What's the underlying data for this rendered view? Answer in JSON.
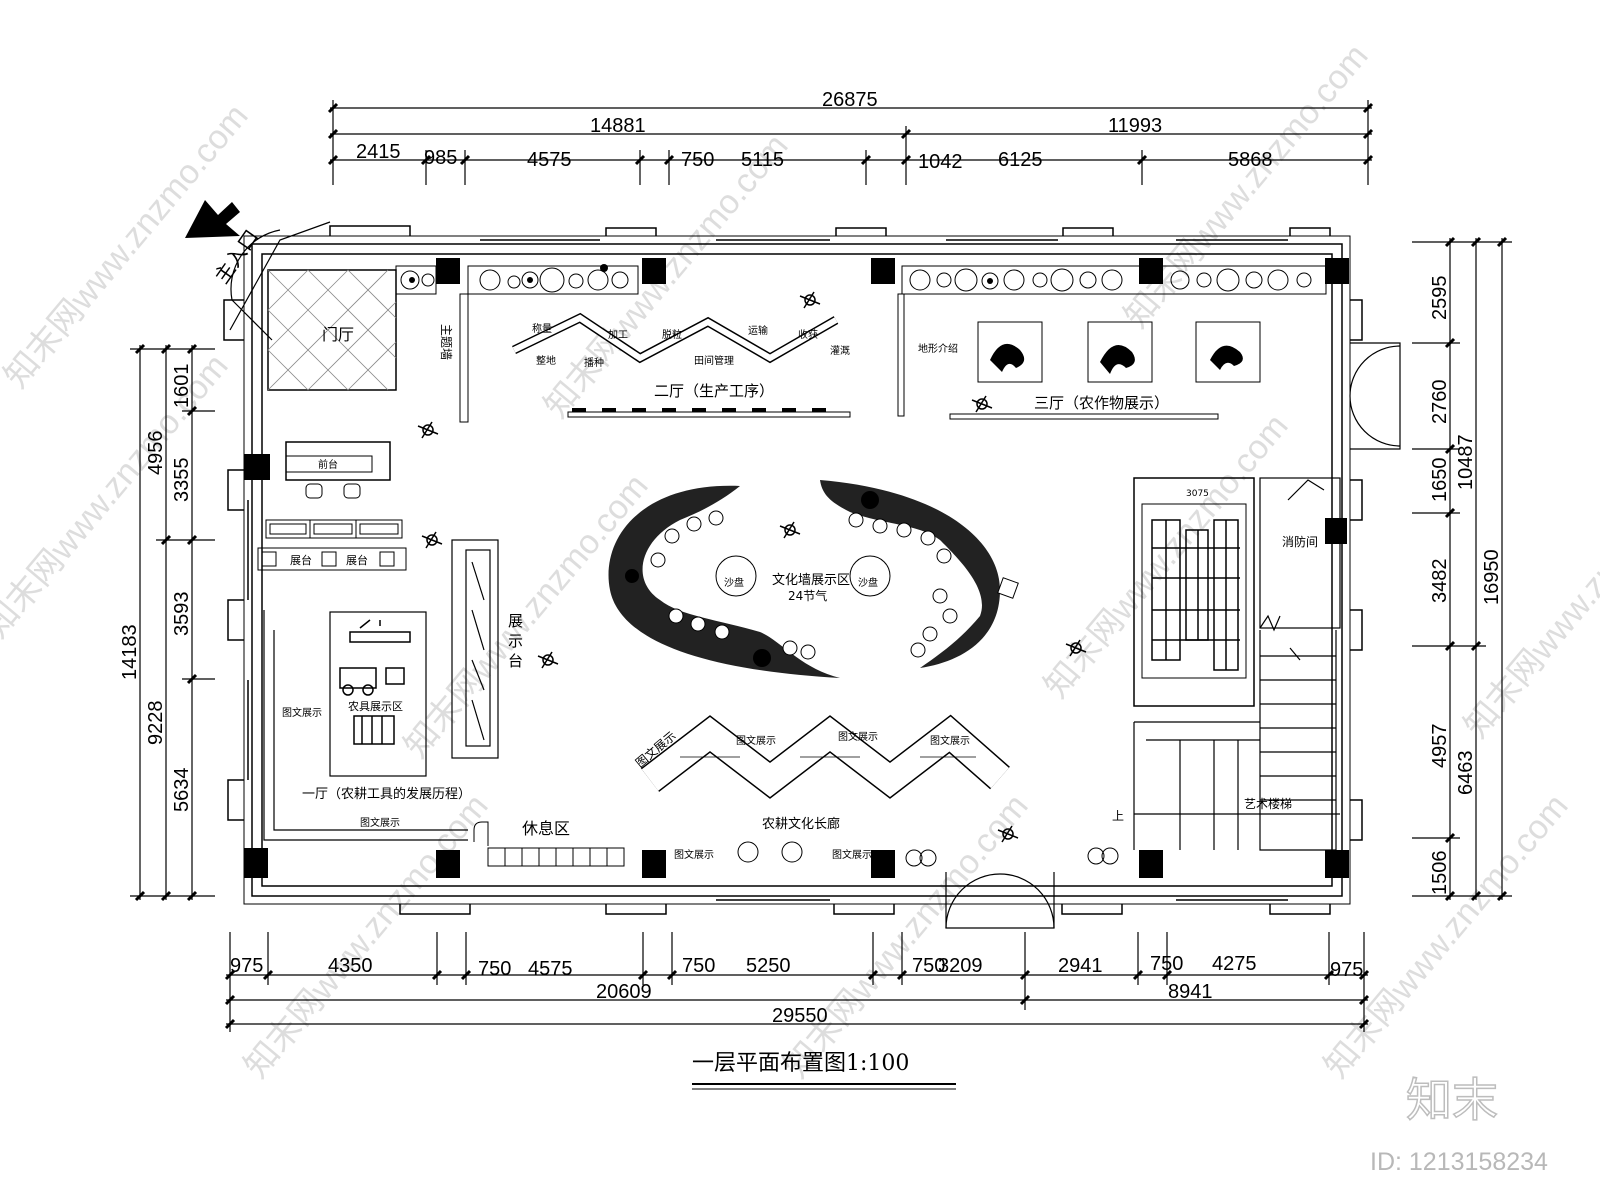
{
  "entrance": {
    "main": "主入口"
  },
  "dimensions": {
    "top_total": "26875",
    "top_mid": [
      "14881",
      "11993"
    ],
    "top_parts": [
      "2415",
      "985",
      "4575",
      "750",
      "5115",
      "1042",
      "6125",
      "5868"
    ],
    "bottom_total": "29550",
    "bottom_mid": [
      "20609",
      "8941"
    ],
    "bottom_parts": [
      "975",
      "4350",
      "750",
      "4575",
      "750",
      "5250",
      "750",
      "3209",
      "2941",
      "750",
      "4275",
      "975"
    ],
    "left_outer": [
      "14183"
    ],
    "left_mid": [
      "4956",
      "9228"
    ],
    "left_parts": [
      "1601",
      "3355",
      "3593",
      "5634"
    ],
    "right_outer": "16950",
    "right_mid": [
      "10487",
      "6463"
    ],
    "right_parts": [
      "2595",
      "2760",
      "1650",
      "3482",
      "4957",
      "1506"
    ]
  },
  "rooms": {
    "foyer": "门厅",
    "theme_wall": "主题墙",
    "hall2": "二厅（生产工序）",
    "hall2_steps": [
      "称量",
      "整地",
      "播种",
      "加工",
      "脱粒",
      "田间管理",
      "运输",
      "收获",
      "灌溉"
    ],
    "hall3": "三厅（农作物展示）",
    "terrain": "地形介绍",
    "reception": "前台",
    "display_cases": [
      "展台",
      "展台"
    ],
    "display_stand": [
      "展",
      "示",
      "台"
    ],
    "tools_area": "农具展示区",
    "hall1": "一厅（农耕工具的发展历程）",
    "graphic_display": "图文展示",
    "rest_area": "休息区",
    "corridor": "农耕文化长廊",
    "culture_wall": "文化墙展示区",
    "solar_terms": "24节气",
    "sand_table": "沙盘",
    "fire_room": "消防间",
    "stair": "艺术楼梯",
    "up": "上",
    "model_width": "3075"
  },
  "title": "一层平面布置图1:100",
  "brand": {
    "logo": "知末",
    "id": "ID: 1213158234",
    "watermark": "知末网www.znzmo.com"
  }
}
